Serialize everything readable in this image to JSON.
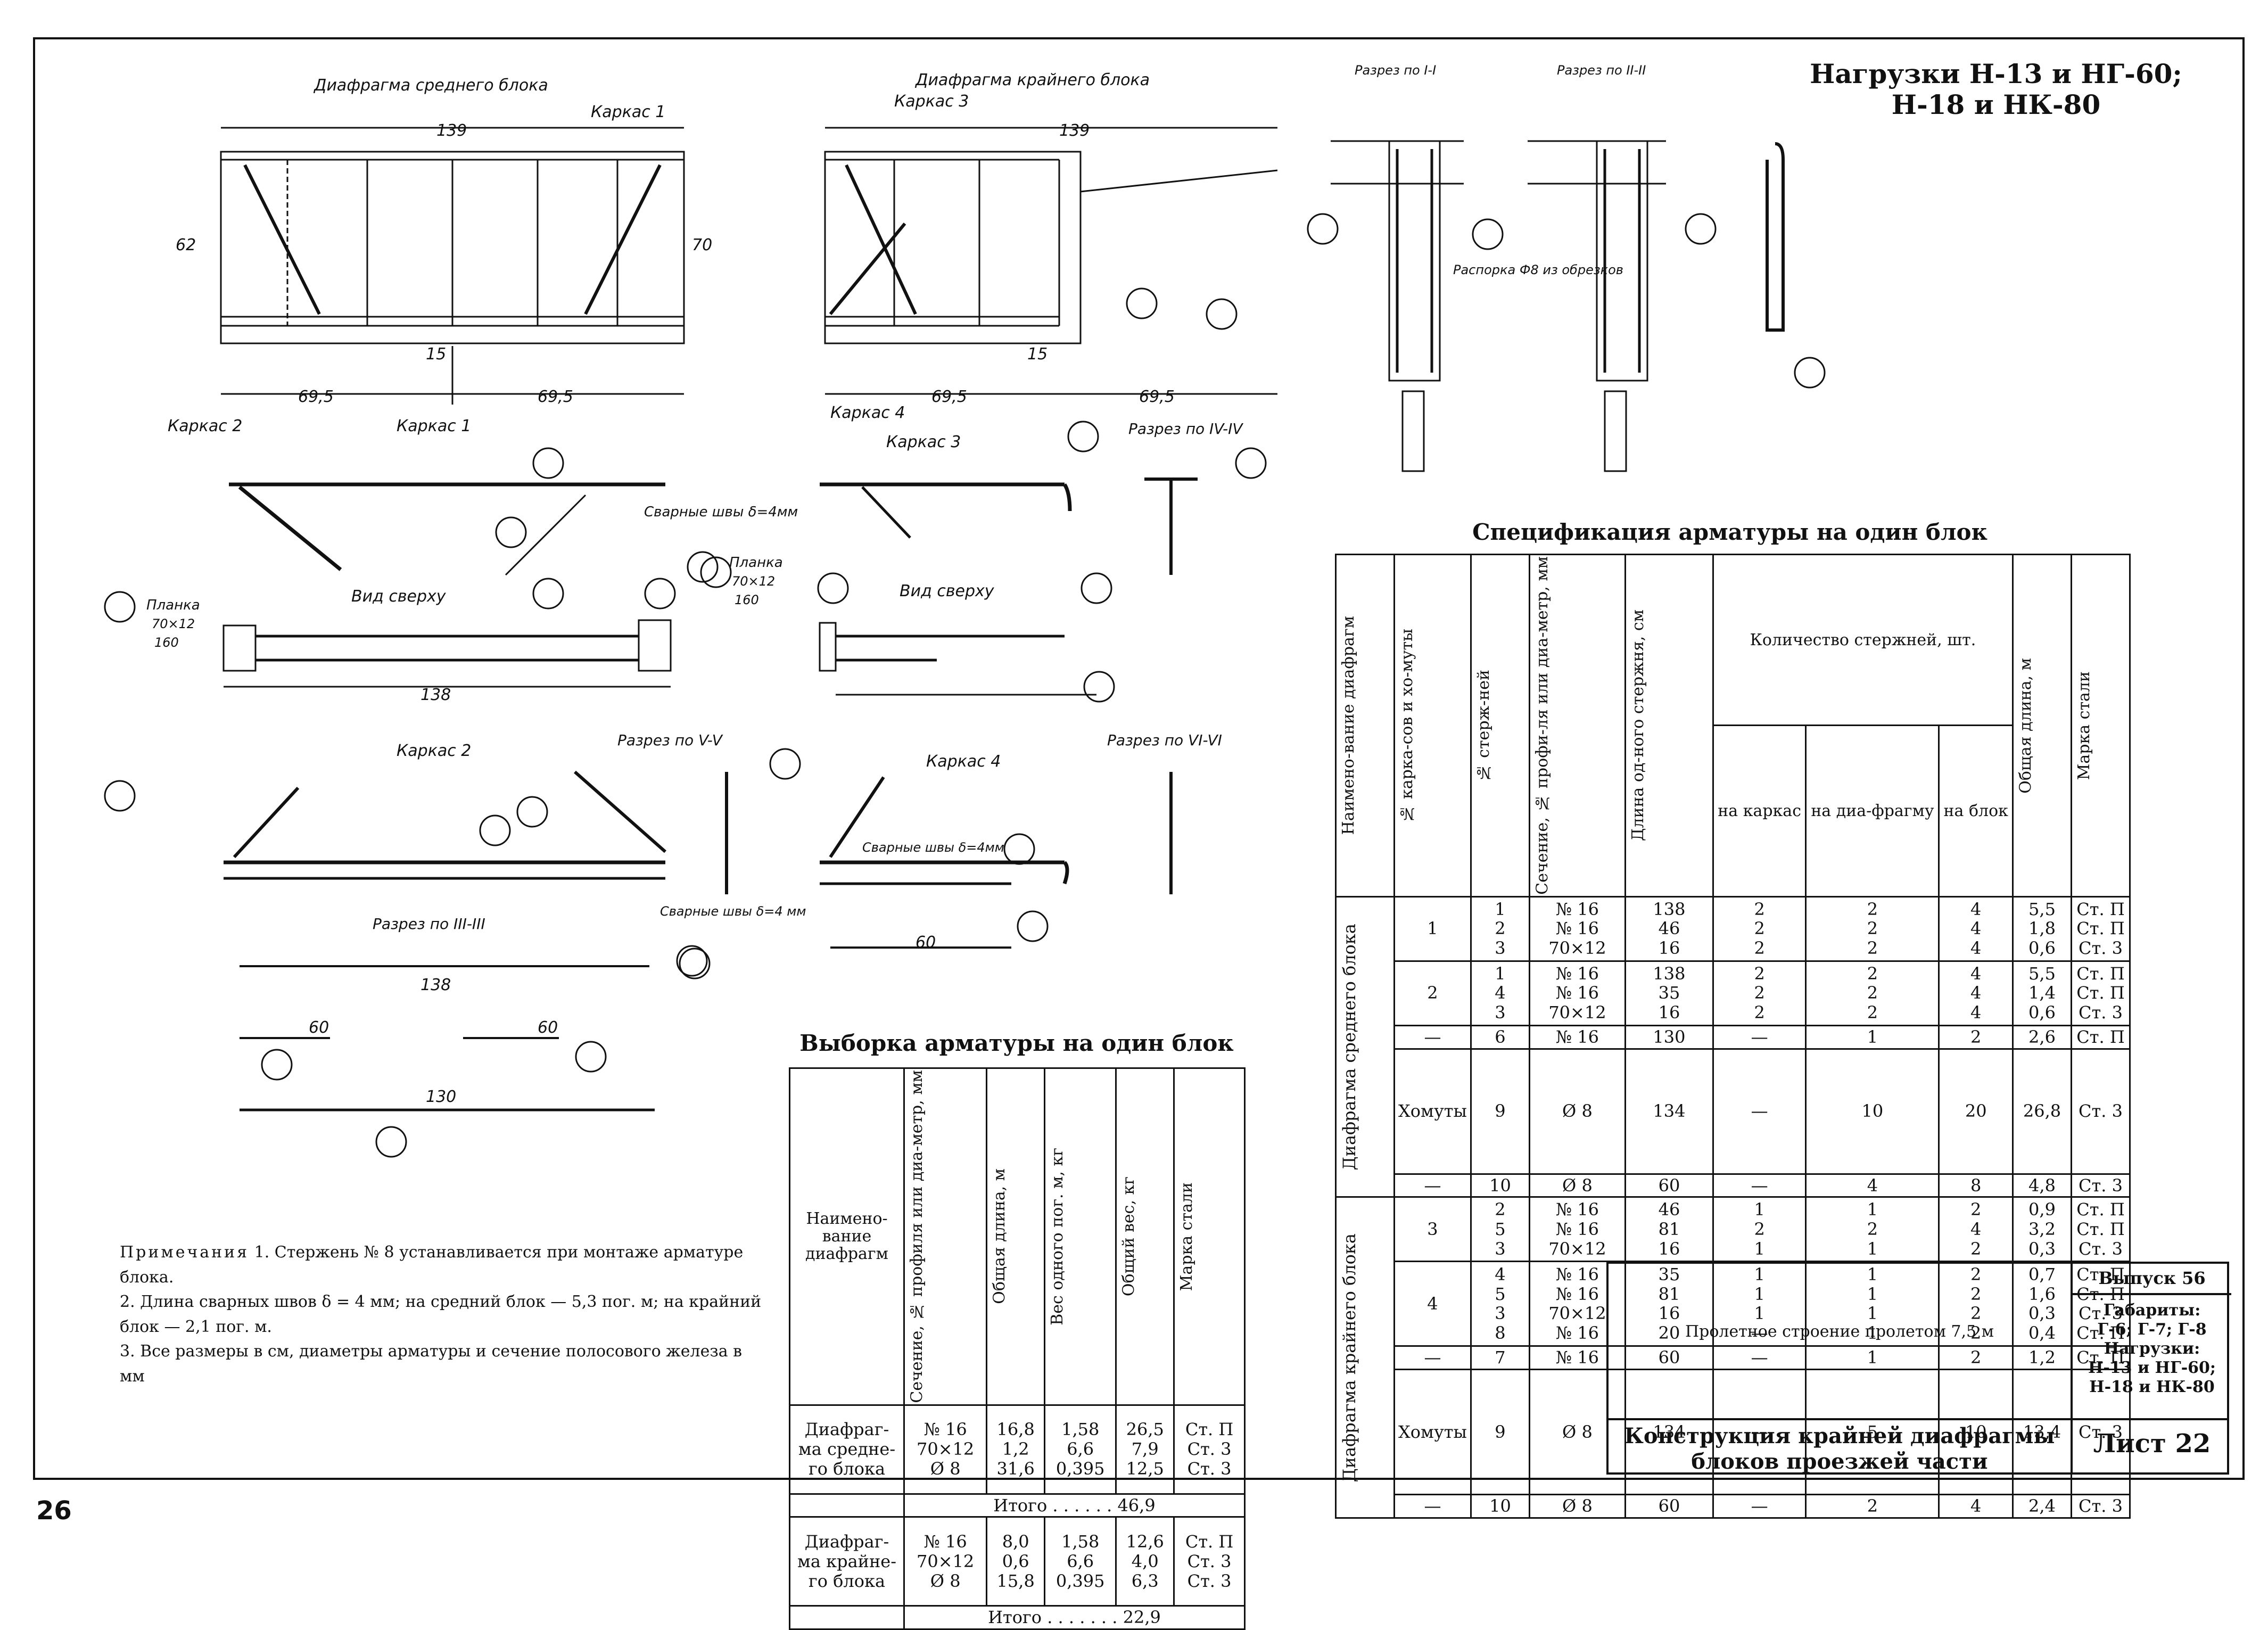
{
  "page_number": "26",
  "load_heading": {
    "line1": "Нагрузки Н-13 и НГ-60;",
    "line2": "Н-18 и НК-80"
  },
  "drawing_labels": {
    "diaphragm_middle": "Диафрагма среднего блока",
    "diaphragm_edge": "Диафрагма крайнего блока",
    "cut_1": "Разрез по I-I",
    "cut_2": "Разрез по II-II",
    "cut_4": "Разрез по IV-IV",
    "cut_5": "Разрез по V-V",
    "cut_6": "Разрез по VI-VI",
    "cut_3": "Разрез по III-III",
    "karkas1": "Каркас 1",
    "karkas2": "Каркас 2",
    "karkas3": "Каркас 3",
    "karkas4": "Каркас 4",
    "top_view_1": "Вид сверху",
    "top_view_2": "Вид сверху",
    "welds_1": "Сварные швы δ=4мм",
    "welds_2": "Сварные швы δ=4 мм",
    "welds_3": "Сварные швы δ=4мм",
    "strut": "Распорка Ф8 из обрезков",
    "plate": "Планка",
    "plate_dim": "70×12",
    "plate_len": "160",
    "dim_139": "139",
    "dim_695": "69,5",
    "dim_15": "15",
    "dim_138": "138",
    "dim_62": "62",
    "dim_70": "70",
    "dim_130": "130",
    "dim_60": "60"
  },
  "spec_title": "Спецификация арматуры на один блок",
  "spec_headers": {
    "name": "Наимено-вание диафрагм",
    "frame": "№ карка-сов и хо-муты",
    "bar": "№ стерж-ней",
    "section": "Сечение, № профи-ля или диа-метр, мм",
    "length": "Длина од-ного стержня, см",
    "count": "Количество стержней, шт.",
    "per_frame": "на каркас",
    "per_diaphragm": "на диа-фрагму",
    "per_block": "на блок",
    "total": "Общая длина, м",
    "grade": "Марка стали"
  },
  "spec_groups": [
    {
      "name": "Диафрагма среднего блока",
      "rows": [
        {
          "frame": "1",
          "bars": [
            "1",
            "2",
            "3"
          ],
          "sections": [
            "№ 16",
            "№ 16",
            "70×12"
          ],
          "lengths": [
            "138",
            "46",
            "16"
          ],
          "per_frame": [
            "2",
            "2",
            "2"
          ],
          "per_diaphragm": [
            "2",
            "2",
            "2"
          ],
          "per_block": [
            "4",
            "4",
            "4"
          ],
          "total": [
            "5,5",
            "1,8",
            "0,6"
          ],
          "grade": [
            "Ст. П",
            "Ст. П",
            "Ст. 3"
          ]
        },
        {
          "frame": "2",
          "bars": [
            "1",
            "4",
            "3"
          ],
          "sections": [
            "№ 16",
            "№ 16",
            "70×12"
          ],
          "lengths": [
            "138",
            "35",
            "16"
          ],
          "per_frame": [
            "2",
            "2",
            "2"
          ],
          "per_diaphragm": [
            "2",
            "2",
            "2"
          ],
          "per_block": [
            "4",
            "4",
            "4"
          ],
          "total": [
            "5,5",
            "1,4",
            "0,6"
          ],
          "grade": [
            "Ст. П",
            "Ст. П",
            "Ст. 3"
          ]
        },
        {
          "frame": "—",
          "bars": [
            "6"
          ],
          "sections": [
            "№ 16"
          ],
          "lengths": [
            "130"
          ],
          "per_frame": [
            "—"
          ],
          "per_diaphragm": [
            "1"
          ],
          "per_block": [
            "2"
          ],
          "total": [
            "2,6"
          ],
          "grade": [
            "Ст. П"
          ]
        },
        {
          "frame": "Хомуты",
          "bars": [
            "9"
          ],
          "sections": [
            "Ø 8"
          ],
          "lengths": [
            "134"
          ],
          "per_frame": [
            "—"
          ],
          "per_diaphragm": [
            "10"
          ],
          "per_block": [
            "20"
          ],
          "total": [
            "26,8"
          ],
          "grade": [
            "Ст. 3"
          ]
        },
        {
          "frame": "—",
          "bars": [
            "10"
          ],
          "sections": [
            "Ø 8"
          ],
          "lengths": [
            "60"
          ],
          "per_frame": [
            "—"
          ],
          "per_diaphragm": [
            "4"
          ],
          "per_block": [
            "8"
          ],
          "total": [
            "4,8"
          ],
          "grade": [
            "Ст. 3"
          ]
        }
      ]
    },
    {
      "name": "Диафрагма крайнего блока",
      "rows": [
        {
          "frame": "3",
          "bars": [
            "2",
            "5",
            "3"
          ],
          "sections": [
            "№ 16",
            "№ 16",
            "70×12"
          ],
          "lengths": [
            "46",
            "81",
            "16"
          ],
          "per_frame": [
            "1",
            "2",
            "1"
          ],
          "per_diaphragm": [
            "1",
            "2",
            "1"
          ],
          "per_block": [
            "2",
            "4",
            "2"
          ],
          "total": [
            "0,9",
            "3,2",
            "0,3"
          ],
          "grade": [
            "Ст. П",
            "Ст. П",
            "Ст. 3"
          ]
        },
        {
          "frame": "4",
          "bars": [
            "4",
            "5",
            "3",
            "8"
          ],
          "sections": [
            "№ 16",
            "№ 16",
            "70×12",
            "№ 16"
          ],
          "lengths": [
            "35",
            "81",
            "16",
            "20"
          ],
          "per_frame": [
            "1",
            "1",
            "1",
            "—"
          ],
          "per_diaphragm": [
            "1",
            "1",
            "1",
            "1"
          ],
          "per_block": [
            "2",
            "2",
            "2",
            "2"
          ],
          "total": [
            "0,7",
            "1,6",
            "0,3",
            "0,4"
          ],
          "grade": [
            "Ст. П",
            "Ст. П",
            "Ст. 3",
            "Ст. П"
          ]
        },
        {
          "frame": "—",
          "bars": [
            "7"
          ],
          "sections": [
            "№ 16"
          ],
          "lengths": [
            "60"
          ],
          "per_frame": [
            "—"
          ],
          "per_diaphragm": [
            "1"
          ],
          "per_block": [
            "2"
          ],
          "total": [
            "1,2"
          ],
          "grade": [
            "Ст. П"
          ]
        },
        {
          "frame": "Хомуты",
          "bars": [
            "9"
          ],
          "sections": [
            "Ø 8"
          ],
          "lengths": [
            "134"
          ],
          "per_frame": [
            "—"
          ],
          "per_diaphragm": [
            "5"
          ],
          "per_block": [
            "10"
          ],
          "total": [
            "13,4"
          ],
          "grade": [
            "Ст. 3"
          ]
        },
        {
          "frame": "—",
          "bars": [
            "10"
          ],
          "sections": [
            "Ø 8"
          ],
          "lengths": [
            "60"
          ],
          "per_frame": [
            "—"
          ],
          "per_diaphragm": [
            "2"
          ],
          "per_block": [
            "4"
          ],
          "total": [
            "2,4"
          ],
          "grade": [
            "Ст. 3"
          ]
        }
      ]
    }
  ],
  "selection_title": "Выборка арматуры на один блок",
  "selection_headers": {
    "name": "Наимено-вание диафрагм",
    "section": "Сечение, № профиля или диа-метр, мм",
    "length": "Общая длина, м",
    "unit_weight": "Вес одного пог. м, кг",
    "weight": "Общий вес, кг",
    "grade": "Марка стали"
  },
  "selection_groups": [
    {
      "name": "Диафраг-ма средне-го блока",
      "sections": [
        "№ 16",
        "70×12",
        "Ø 8"
      ],
      "lengths": [
        "16,8",
        "1,2",
        "31,6"
      ],
      "unit_weights": [
        "1,58",
        "6,6",
        "0,395"
      ],
      "weights": [
        "26,5",
        "7,9",
        "12,5"
      ],
      "grades": [
        "Ст. П",
        "Ст. 3",
        "Ст. 3"
      ],
      "total_label": "Итого . . . . . .",
      "total": "46,9"
    },
    {
      "name": "Диафраг-ма крайне-го блока",
      "sections": [
        "№ 16",
        "70×12",
        "Ø 8"
      ],
      "lengths": [
        "8,0",
        "0,6",
        "15,8"
      ],
      "unit_weights": [
        "1,58",
        "6,6",
        "0,395"
      ],
      "weights": [
        "12,6",
        "4,0",
        "6,3"
      ],
      "grades": [
        "Ст. П",
        "Ст. 3",
        "Ст. 3"
      ],
      "total_label": "Итого . . . . . . .",
      "total": "22,9"
    }
  ],
  "notes": {
    "title": "Примечания",
    "n1": "1. Стержень № 8 устанавливается при монтаже арматуре блока.",
    "n2": "2. Длина сварных швов δ = 4 мм; на средний блок — 5,3 пог. м; на крайний блок — 2,1 пог. м.",
    "n3": "3. Все размеры в см, диаметры арматуры и сечение полосового железа в мм"
  },
  "title_block": {
    "project": "Пролетное строение пролетом 7,5 м",
    "drawing_name": "Конструкция крайней диафрагмы блоков проезжей части",
    "issue": "Выпуск 56",
    "dims_title": "Габариты:",
    "dims": "Г-6; Г-7; Г-8",
    "loads_title": "Нагрузки:",
    "loads": "Н-13 и НГ-60; Н-18 и НК-80",
    "sheet": "Лист 22"
  }
}
